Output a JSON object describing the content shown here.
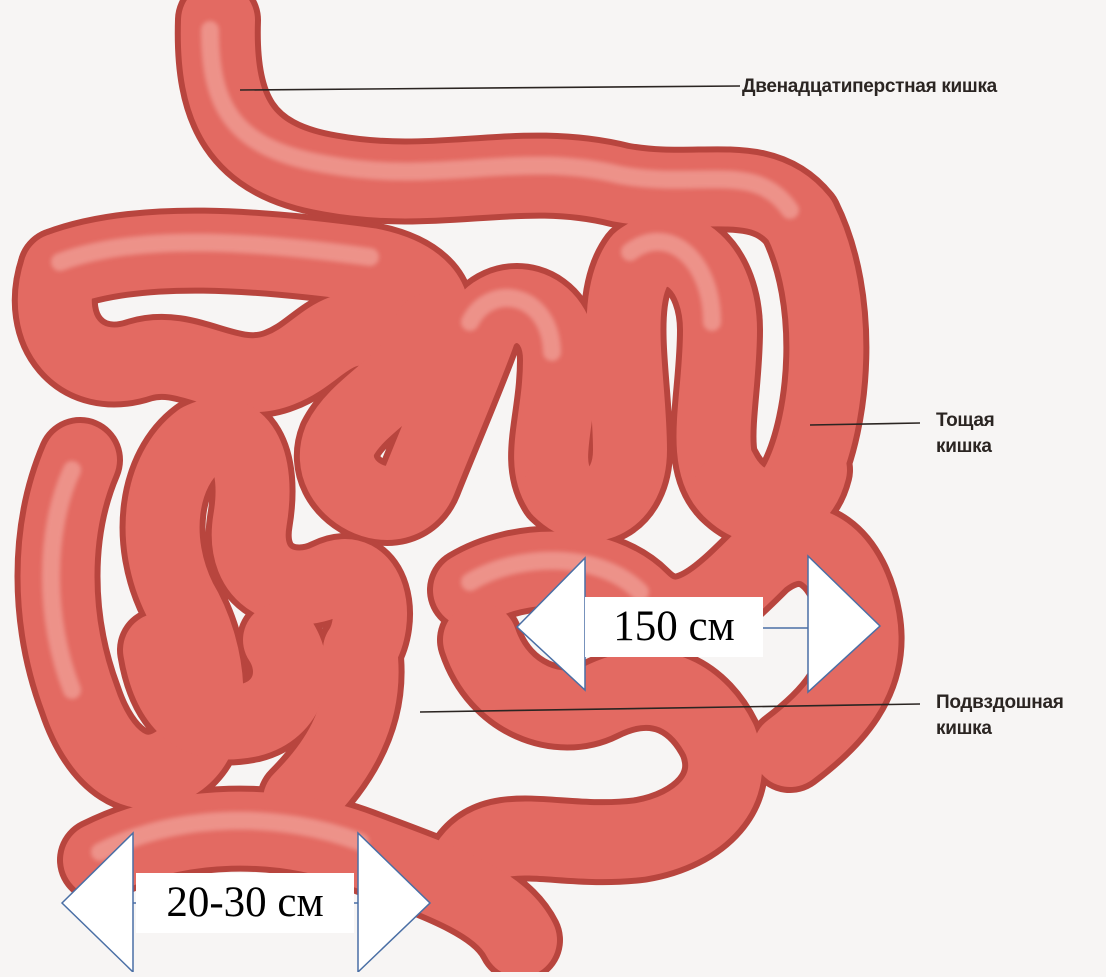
{
  "labels": {
    "duodenum": "Двенадцатиперстная кишка",
    "jejunum_line1": "Тощая",
    "jejunum_line2": "кишка",
    "ileum_line1": "Подвздошная",
    "ileum_line2": "кишка"
  },
  "measurements": {
    "middle": "150 см",
    "bottom": "20-30 см"
  },
  "colors": {
    "background": "#f7f5f4",
    "intestine_fill": "#e36a62",
    "intestine_outline": "#b8453e",
    "intestine_highlight": "#f6b3aa",
    "arrow_outline": "#4a6fa5",
    "leader_line": "#2b2522"
  }
}
